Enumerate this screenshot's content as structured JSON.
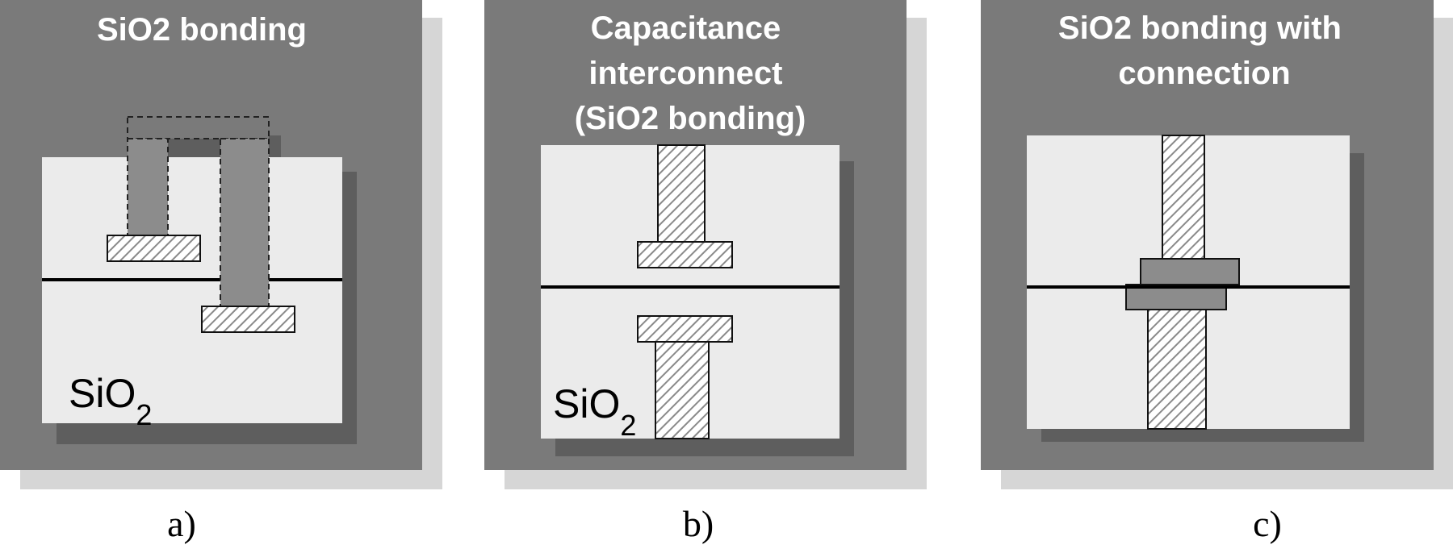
{
  "panels": [
    {
      "title_lines": [
        "SiO2 bonding"
      ],
      "material_label": "SiO",
      "material_subscript": "2",
      "caption": "a)"
    },
    {
      "title_lines": [
        "Capacitance",
        "interconnect",
        "(SiO2 bonding)"
      ],
      "material_label": "SiO",
      "material_subscript": "2",
      "caption": "b)"
    },
    {
      "title_lines": [
        "SiO2 bonding with",
        "connection"
      ],
      "material_label": "",
      "material_subscript": "",
      "caption": "c)"
    }
  ],
  "colors": {
    "panel_bg": "#7a7a7a",
    "panel_shadow": "#d6d6d6",
    "oxide_fill": "#ebebeb",
    "oxide_shadow": "#5e5e5e",
    "metal_hatch": "#8a8a8a",
    "via_solid": "#8c8c8c",
    "bond_line": "#000000"
  }
}
